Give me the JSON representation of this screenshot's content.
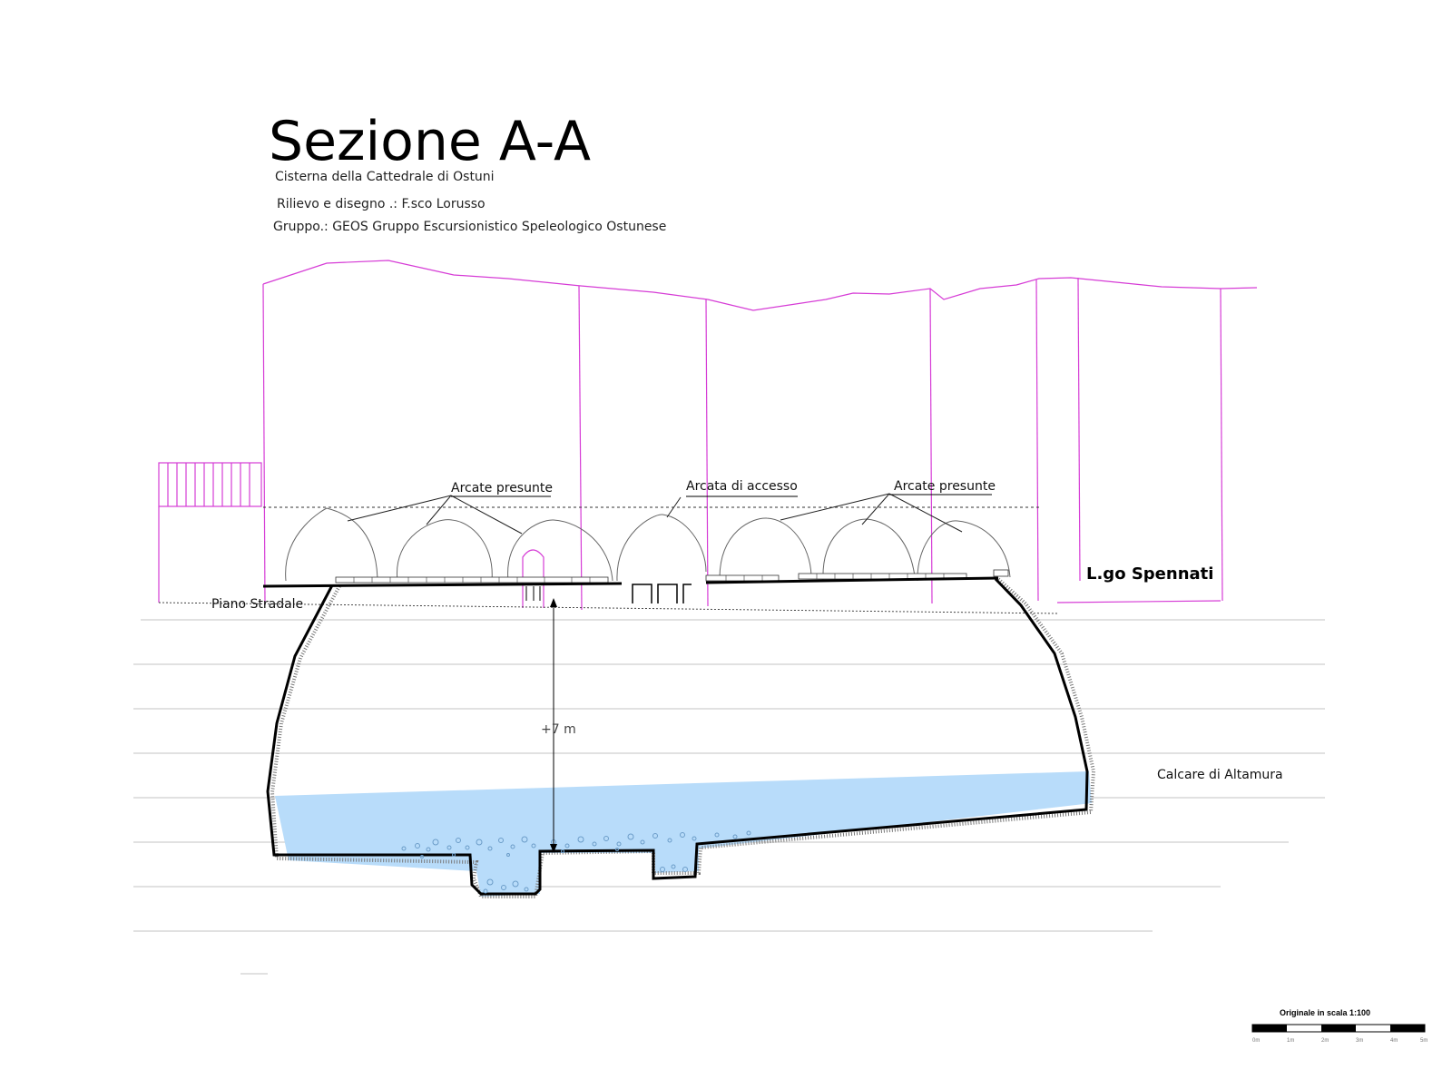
{
  "header": {
    "title": "Sezione A-A",
    "subtitle": "Cisterna della Cattedrale di Ostuni",
    "survey": "Rilievo e disegno .: F.sco Lorusso",
    "group": "Gruppo.: GEOS Gruppo Escursionistico Speleologico Ostunese"
  },
  "labels": {
    "arcate_left": "Arcate presunte",
    "arcata_accesso": "Arcata di accesso",
    "arcate_right": "Arcate presunte",
    "street": "L.go Spennati",
    "road_level": "Piano Stradale",
    "depth": "+7 m",
    "rock": "Calcare di Altamura"
  },
  "scale_bar": {
    "title": "Originale in scala 1:100",
    "ticks": [
      "0m",
      "1m",
      "2m",
      "3m",
      "4m",
      "5m"
    ]
  },
  "colors": {
    "buildings": "#d63cd6",
    "water": "#b8dcfa",
    "strata": "#cfcfcf",
    "outline": "#000000"
  }
}
